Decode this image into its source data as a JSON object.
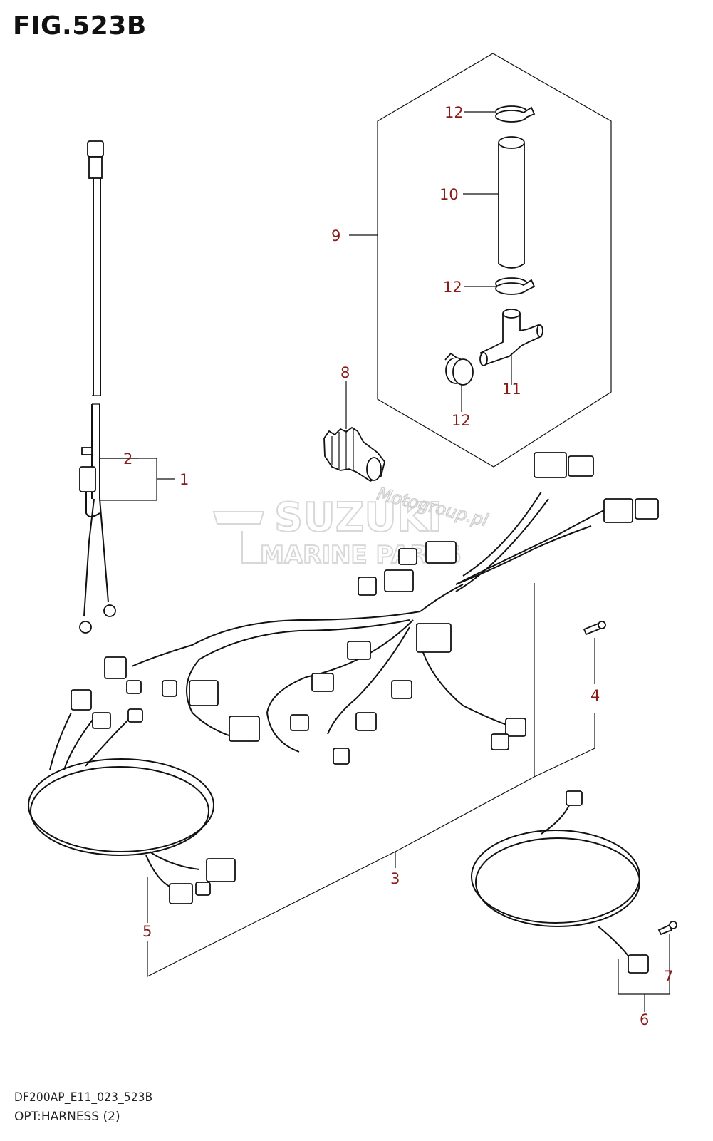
{
  "figure": {
    "title": "FIG.523B",
    "code": "DF200AP_E11_023_523B",
    "name": "OPT:HARNESS (2)"
  },
  "watermark": {
    "brand": "SUZUKI",
    "subtitle": "MARINE PARTS",
    "site": "Motogroup.pl"
  },
  "callouts": [
    {
      "id": "c1",
      "text": "1"
    },
    {
      "id": "c2",
      "text": "2"
    },
    {
      "id": "c3",
      "text": "3"
    },
    {
      "id": "c4",
      "text": "4"
    },
    {
      "id": "c5",
      "text": "5"
    },
    {
      "id": "c6",
      "text": "6"
    },
    {
      "id": "c7",
      "text": "7"
    },
    {
      "id": "c8",
      "text": "8"
    },
    {
      "id": "c9",
      "text": "9"
    },
    {
      "id": "c10",
      "text": "10"
    },
    {
      "id": "c11",
      "text": "11"
    },
    {
      "id": "c12a",
      "text": "12"
    },
    {
      "id": "c12b",
      "text": "12"
    },
    {
      "id": "c12c",
      "text": "12"
    }
  ],
  "colors": {
    "callout": "#8b1a1a",
    "line": "#111111",
    "watermark": "#d8d8d8"
  }
}
